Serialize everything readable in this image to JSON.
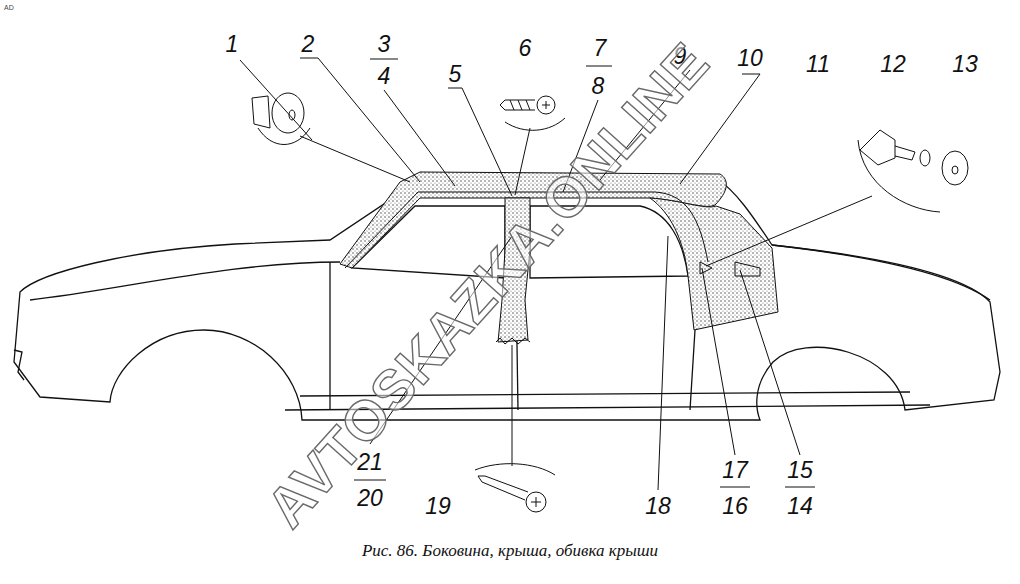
{
  "diagram": {
    "caption": "Рис. 86. Боковина, крыша, обивка крыши",
    "labels": [
      "1",
      "2",
      "3",
      "4",
      "5",
      "6",
      "7",
      "8",
      "9",
      "10",
      "11",
      "12",
      "13",
      "21",
      "20",
      "19",
      "18",
      "17",
      "16",
      "15",
      "14",
      "AVTOSKAZKA.ONLINE",
      "AD"
    ]
  }
}
